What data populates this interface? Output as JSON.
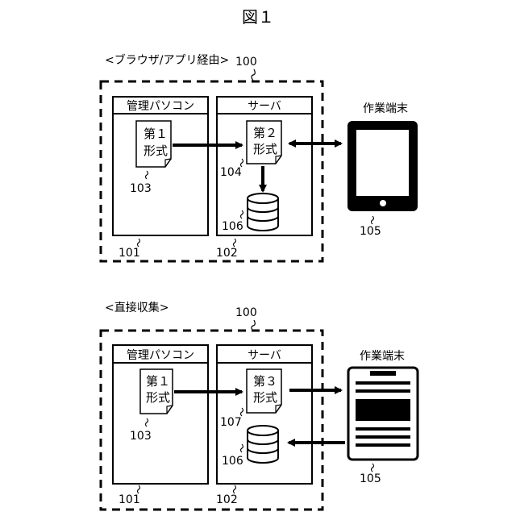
{
  "figure_title": "図１",
  "scenarios": [
    {
      "caption": "<ブラウザ/アプリ経由>",
      "system_ref": "100",
      "pc": {
        "title": "管理パソコン",
        "ref": "101",
        "doc_line1": "第１",
        "doc_line2": "形式",
        "doc_ref": "103"
      },
      "server": {
        "title": "サーバ",
        "ref": "102",
        "doc_line1": "第２",
        "doc_line2": "形式",
        "doc_ref": "104",
        "db_ref": "106"
      },
      "terminal": {
        "label": "作業端末",
        "ref": "105",
        "icon": "tablet-icon"
      }
    },
    {
      "caption": "<直接収集>",
      "system_ref": "100",
      "pc": {
        "title": "管理パソコン",
        "ref": "101",
        "doc_line1": "第１",
        "doc_line2": "形式",
        "doc_ref": "103"
      },
      "server": {
        "title": "サーバ",
        "ref": "102",
        "doc_line1": "第３",
        "doc_line2": "形式",
        "doc_ref": "107",
        "db_ref": "106"
      },
      "terminal": {
        "label": "作業端末",
        "ref": "105",
        "icon": "device-screen-icon"
      }
    }
  ]
}
